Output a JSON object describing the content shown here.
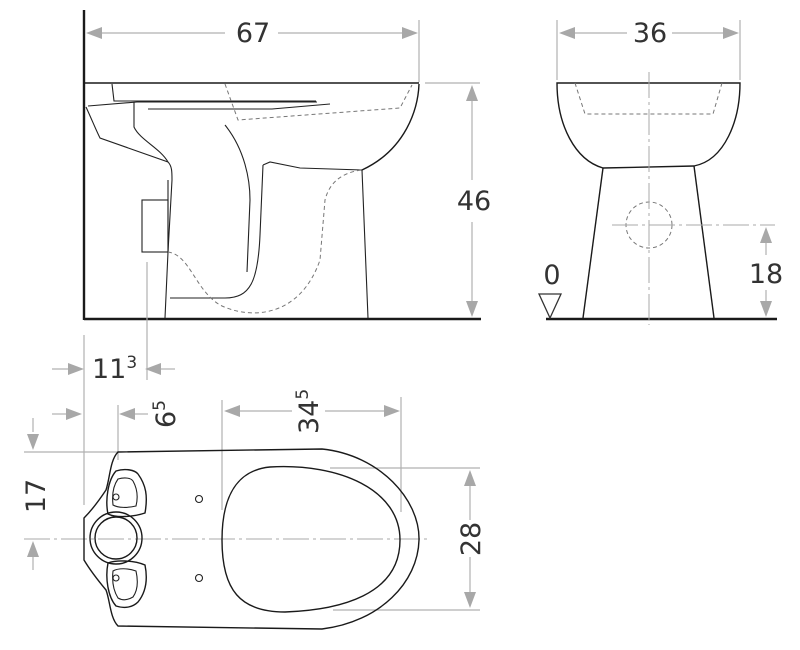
{
  "drawing": {
    "title": "Floor-standing WC technical drawing",
    "colors": {
      "outline": "#1a1a1a",
      "dimension": "#a8a8a8",
      "text": "#333333"
    },
    "side_view": {
      "width_label": "67",
      "height_label": "46"
    },
    "front_view": {
      "width_label": "36",
      "outlet_height_label": "18",
      "floor_level_label": "0"
    },
    "plan_view": {
      "offset_a": {
        "main": "11",
        "sup": "3"
      },
      "offset_b": {
        "main": "6",
        "sup": "5"
      },
      "bowl_length": {
        "main": "34",
        "sup": "5"
      },
      "half_width_label": "17",
      "width_label": "28"
    }
  }
}
